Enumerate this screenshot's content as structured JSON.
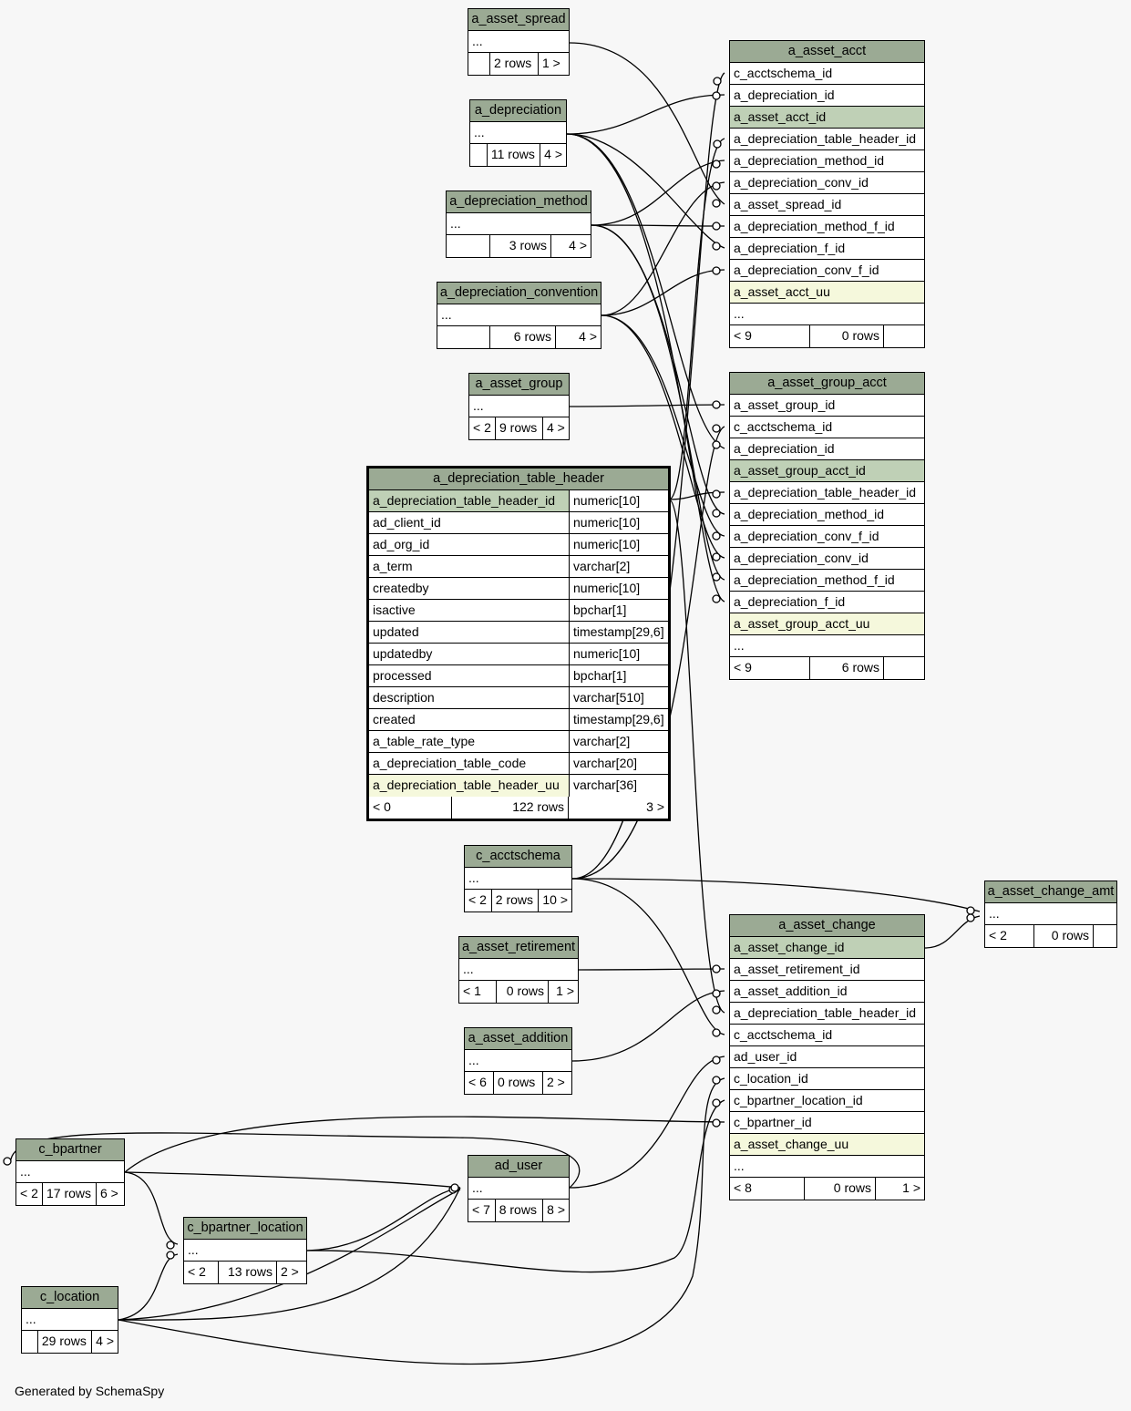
{
  "footer": "Generated by SchemaSpy",
  "tables": {
    "a_asset_spread": {
      "name": "a_asset_spread",
      "rows": [
        "..."
      ],
      "stats": [
        "",
        "2 rows",
        "1 >"
      ]
    },
    "a_depreciation": {
      "name": "a_depreciation",
      "rows": [
        "..."
      ],
      "stats": [
        "",
        "11 rows",
        "4 >"
      ]
    },
    "a_depreciation_method": {
      "name": "a_depreciation_method",
      "rows": [
        "..."
      ],
      "stats": [
        "",
        "3 rows",
        "4 >"
      ]
    },
    "a_depreciation_convention": {
      "name": "a_depreciation_convention",
      "rows": [
        "..."
      ],
      "stats": [
        "",
        "6 rows",
        "4 >"
      ]
    },
    "a_asset_group": {
      "name": "a_asset_group",
      "rows": [
        "..."
      ],
      "stats": [
        "< 2",
        "9 rows",
        "4 >"
      ]
    },
    "a_depreciation_table_header": {
      "name": "a_depreciation_table_header",
      "columns": [
        {
          "name": "a_depreciation_table_header_id",
          "type": "numeric[10]",
          "kind": "pk"
        },
        {
          "name": "ad_client_id",
          "type": "numeric[10]"
        },
        {
          "name": "ad_org_id",
          "type": "numeric[10]"
        },
        {
          "name": "a_term",
          "type": "varchar[2]"
        },
        {
          "name": "createdby",
          "type": "numeric[10]"
        },
        {
          "name": "isactive",
          "type": "bpchar[1]"
        },
        {
          "name": "updated",
          "type": "timestamp[29,6]"
        },
        {
          "name": "updatedby",
          "type": "numeric[10]"
        },
        {
          "name": "processed",
          "type": "bpchar[1]"
        },
        {
          "name": "description",
          "type": "varchar[510]"
        },
        {
          "name": "created",
          "type": "timestamp[29,6]"
        },
        {
          "name": "a_table_rate_type",
          "type": "varchar[2]"
        },
        {
          "name": "a_depreciation_table_code",
          "type": "varchar[20]"
        },
        {
          "name": "a_depreciation_table_header_uu",
          "type": "varchar[36]",
          "kind": "uu"
        }
      ],
      "stats": [
        "< 0",
        "122 rows",
        "3 >"
      ]
    },
    "c_acctschema": {
      "name": "c_acctschema",
      "rows": [
        "..."
      ],
      "stats": [
        "< 2",
        "2 rows",
        "10 >"
      ]
    },
    "a_asset_retirement": {
      "name": "a_asset_retirement",
      "rows": [
        "..."
      ],
      "stats": [
        "< 1",
        "0 rows",
        "1 >"
      ]
    },
    "a_asset_addition": {
      "name": "a_asset_addition",
      "rows": [
        "..."
      ],
      "stats": [
        "< 6",
        "0 rows",
        "2 >"
      ]
    },
    "c_bpartner": {
      "name": "c_bpartner",
      "rows": [
        "..."
      ],
      "stats": [
        "< 2",
        "17 rows",
        "6 >"
      ]
    },
    "c_bpartner_location": {
      "name": "c_bpartner_location",
      "rows": [
        "..."
      ],
      "stats": [
        "< 2",
        "13 rows",
        "2 >"
      ]
    },
    "c_location": {
      "name": "c_location",
      "rows": [
        "..."
      ],
      "stats": [
        "",
        "29 rows",
        "4 >"
      ]
    },
    "ad_user": {
      "name": "ad_user",
      "rows": [
        "..."
      ],
      "stats": [
        "< 7",
        "8 rows",
        "8 >"
      ]
    },
    "a_asset_acct": {
      "name": "a_asset_acct",
      "rows": [
        "c_acctschema_id",
        "a_depreciation_id",
        "a_asset_acct_id",
        "a_depreciation_table_header_id",
        "a_depreciation_method_id",
        "a_depreciation_conv_id",
        "a_asset_spread_id",
        "a_depreciation_method_f_id",
        "a_depreciation_f_id",
        "a_depreciation_conv_f_id",
        "a_asset_acct_uu",
        "..."
      ],
      "stats": [
        "< 9",
        "0 rows",
        ""
      ]
    },
    "a_asset_group_acct": {
      "name": "a_asset_group_acct",
      "rows": [
        "a_asset_group_id",
        "c_acctschema_id",
        "a_depreciation_id",
        "a_asset_group_acct_id",
        "a_depreciation_table_header_id",
        "a_depreciation_method_id",
        "a_depreciation_conv_f_id",
        "a_depreciation_conv_id",
        "a_depreciation_method_f_id",
        "a_depreciation_f_id",
        "a_asset_group_acct_uu",
        "..."
      ],
      "stats": [
        "< 9",
        "6 rows",
        ""
      ]
    },
    "a_asset_change": {
      "name": "a_asset_change",
      "rows": [
        "a_asset_change_id",
        "a_asset_retirement_id",
        "a_asset_addition_id",
        "a_depreciation_table_header_id",
        "c_acctschema_id",
        "ad_user_id",
        "c_location_id",
        "c_bpartner_location_id",
        "c_bpartner_id",
        "a_asset_change_uu",
        "..."
      ],
      "stats": [
        "< 8",
        "0 rows",
        "1 >"
      ]
    },
    "a_asset_change_amt": {
      "name": "a_asset_change_amt",
      "rows": [
        "..."
      ],
      "stats": [
        "< 2",
        "0 rows",
        ""
      ]
    }
  },
  "relationships": [
    {
      "from": "a_asset_spread",
      "to": "a_asset_acct.a_asset_spread_id"
    },
    {
      "from": "a_depreciation",
      "to": "a_asset_acct.a_depreciation_id"
    },
    {
      "from": "a_depreciation",
      "to": "a_asset_acct.a_depreciation_f_id"
    },
    {
      "from": "a_depreciation",
      "to": "a_asset_group_acct.a_depreciation_id"
    },
    {
      "from": "a_depreciation",
      "to": "a_asset_group_acct.a_depreciation_f_id"
    },
    {
      "from": "a_depreciation_method",
      "to": "a_asset_acct.a_depreciation_method_id"
    },
    {
      "from": "a_depreciation_method",
      "to": "a_asset_acct.a_depreciation_method_f_id"
    },
    {
      "from": "a_depreciation_method",
      "to": "a_asset_group_acct.a_depreciation_method_id"
    },
    {
      "from": "a_depreciation_method",
      "to": "a_asset_group_acct.a_depreciation_method_f_id"
    },
    {
      "from": "a_depreciation_convention",
      "to": "a_asset_acct.a_depreciation_conv_id"
    },
    {
      "from": "a_depreciation_convention",
      "to": "a_asset_acct.a_depreciation_conv_f_id"
    },
    {
      "from": "a_depreciation_convention",
      "to": "a_asset_group_acct.a_depreciation_conv_id"
    },
    {
      "from": "a_depreciation_convention",
      "to": "a_asset_group_acct.a_depreciation_conv_f_id"
    },
    {
      "from": "a_asset_group",
      "to": "a_asset_group_acct.a_asset_group_id"
    },
    {
      "from": "a_depreciation_table_header",
      "to": "a_asset_acct.a_depreciation_table_header_id"
    },
    {
      "from": "a_depreciation_table_header",
      "to": "a_asset_group_acct.a_depreciation_table_header_id"
    },
    {
      "from": "a_depreciation_table_header",
      "to": "a_asset_change.a_depreciation_table_header_id"
    },
    {
      "from": "c_acctschema",
      "to": "a_asset_acct.c_acctschema_id"
    },
    {
      "from": "c_acctschema",
      "to": "a_asset_group_acct.c_acctschema_id"
    },
    {
      "from": "c_acctschema",
      "to": "a_asset_change.c_acctschema_id"
    },
    {
      "from": "c_acctschema",
      "to": "a_asset_change_amt"
    },
    {
      "from": "a_asset_change",
      "to": "a_asset_change_amt"
    },
    {
      "from": "a_asset_retirement",
      "to": "a_asset_change.a_asset_retirement_id"
    },
    {
      "from": "a_asset_addition",
      "to": "a_asset_change.a_asset_addition_id"
    },
    {
      "from": "ad_user",
      "to": "a_asset_change.ad_user_id"
    },
    {
      "from": "ad_user",
      "to": "c_bpartner"
    },
    {
      "from": "c_location",
      "to": "a_asset_change.c_location_id"
    },
    {
      "from": "c_location",
      "to": "c_bpartner_location"
    },
    {
      "from": "c_location",
      "to": "ad_user"
    },
    {
      "from": "c_bpartner_location",
      "to": "a_asset_change.c_bpartner_location_id"
    },
    {
      "from": "c_bpartner_location",
      "to": "ad_user"
    },
    {
      "from": "c_bpartner",
      "to": "a_asset_change.c_bpartner_id"
    },
    {
      "from": "c_bpartner",
      "to": "c_bpartner_location"
    },
    {
      "from": "c_bpartner",
      "to": "ad_user"
    }
  ]
}
